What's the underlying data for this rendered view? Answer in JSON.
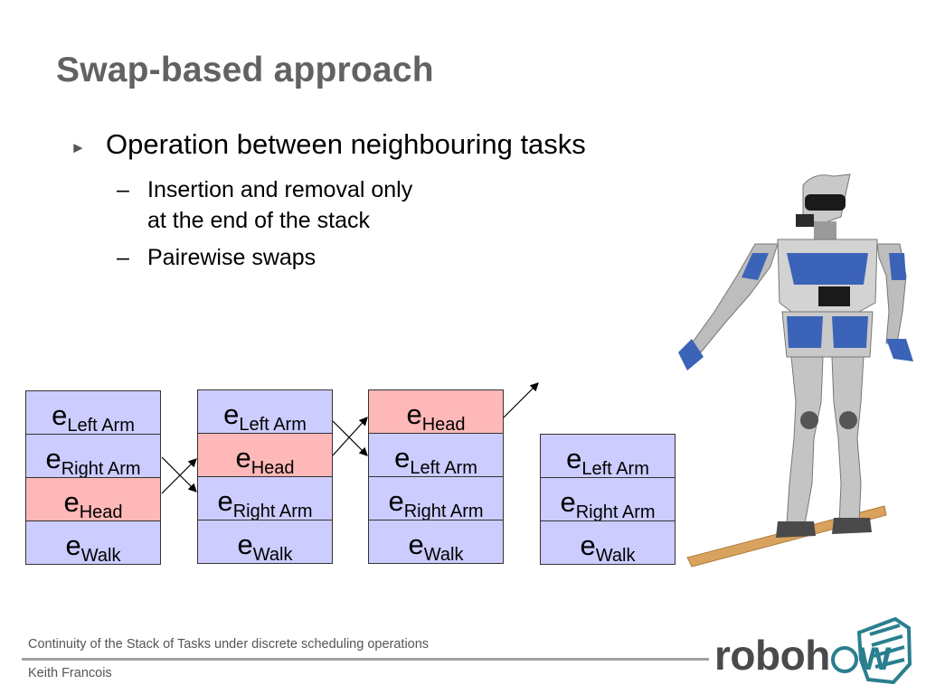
{
  "title": "Swap-based approach",
  "bullets": {
    "main": "Operation between neighbouring tasks",
    "marker": "►",
    "dash": "–",
    "sub1_line1": "Insertion and removal only",
    "sub1_line2": "at the end of the stack",
    "sub2": "Pairewise swaps"
  },
  "stacks": [
    [
      {
        "base": "e",
        "sub": "Left Arm",
        "highlight": false
      },
      {
        "base": "e",
        "sub": "Right Arm",
        "highlight": false
      },
      {
        "base": "e",
        "sub": "Head",
        "highlight": true
      },
      {
        "base": "e",
        "sub": "Walk",
        "highlight": false
      }
    ],
    [
      {
        "base": "e",
        "sub": "Left Arm",
        "highlight": false
      },
      {
        "base": "e",
        "sub": "Head",
        "highlight": true
      },
      {
        "base": "e",
        "sub": "Right Arm",
        "highlight": false
      },
      {
        "base": "e",
        "sub": "Walk",
        "highlight": false
      }
    ],
    [
      {
        "base": "e",
        "sub": "Head",
        "highlight": true
      },
      {
        "base": "e",
        "sub": "Left Arm",
        "highlight": false
      },
      {
        "base": "e",
        "sub": "Right Arm",
        "highlight": false
      },
      {
        "base": "e",
        "sub": "Walk",
        "highlight": false
      }
    ],
    [
      {
        "base": "e",
        "sub": "Left Arm",
        "highlight": false
      },
      {
        "base": "e",
        "sub": "Right Arm",
        "highlight": false
      },
      {
        "base": "e",
        "sub": "Walk",
        "highlight": false
      }
    ]
  ],
  "footer": {
    "text": "Continuity of the Stack of Tasks under discrete scheduling operations",
    "author": "Keith Francois"
  },
  "logo": {
    "part1": "roboh",
    "part2": "w",
    "lettering": "robohow"
  },
  "colors": {
    "task_cell": "#ccccff",
    "highlight_cell": "#ffb8b8",
    "title": "#626262",
    "logo_accent": "#2a7f8e"
  }
}
